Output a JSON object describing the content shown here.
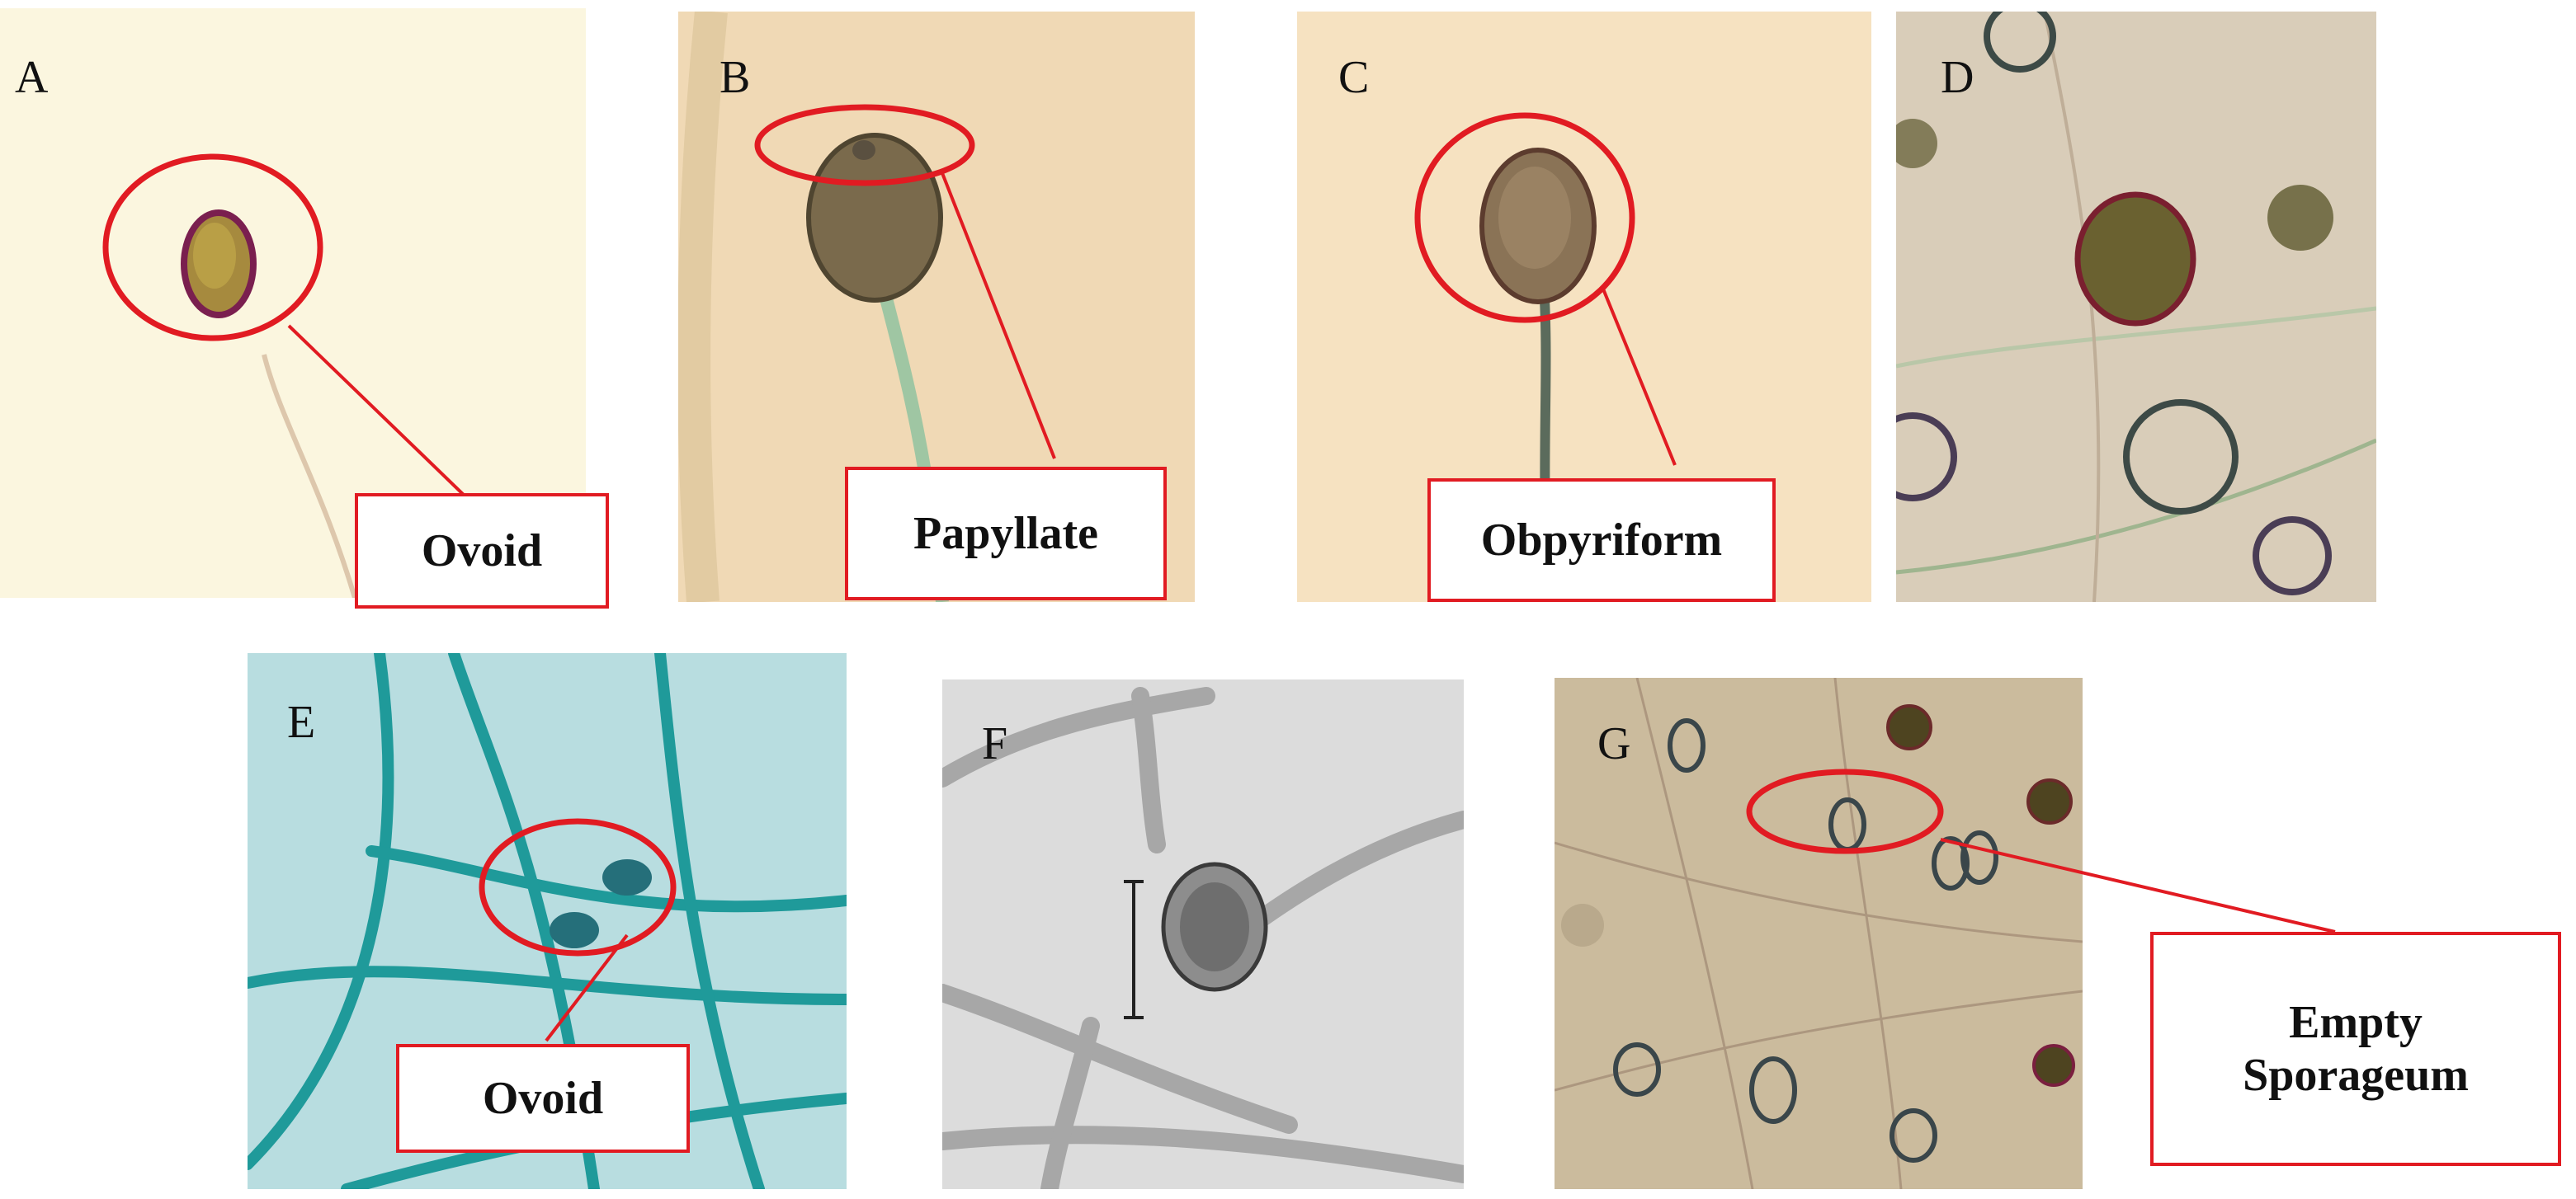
{
  "panels": {
    "A": {
      "letter": "A",
      "label": "Ovoid"
    },
    "B": {
      "letter": "B",
      "label": "Papyllate"
    },
    "C": {
      "letter": "C",
      "label": "Obpyriform"
    },
    "D": {
      "letter": "D"
    },
    "E": {
      "letter": "E",
      "label": "Ovoid"
    },
    "F": {
      "letter": "F"
    },
    "G": {
      "letter": "G",
      "label_line1": "Empty",
      "label_line2": "Sporageum"
    }
  },
  "colors": {
    "annotation_red": "#e11b22",
    "panel_a_bg": "#fbf6df",
    "panel_b_bg": "#f0d9b5",
    "panel_c_bg": "#f6e2c1",
    "panel_d_bg": "#d9cdb9",
    "panel_e_bg": "#b8dde0",
    "panel_f_bg": "#dcdcdc",
    "panel_g_bg": "#cbbb9d"
  }
}
